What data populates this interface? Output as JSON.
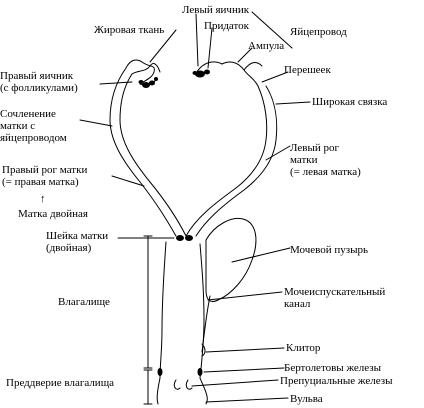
{
  "labels": {
    "left_ovary": "Левый яичник",
    "fat_tissue": "Жировая ткань",
    "appendage": "Придаток",
    "oviduct": "Яйцепровод",
    "ampulla": "Ампула",
    "isthmus": "Перешеек",
    "right_ovary": "Правый яичник\n(с фолликулами)",
    "broad_ligament": "Широкая связка",
    "uterus_oviduct_junction": "Сочленение\nматки с\nяйцепроводом",
    "left_horn": "Левый рог\nматки\n(= левая матка)",
    "right_horn": "Правый рог матки\n(= правая матка)",
    "arrow_up": "↑",
    "double_uterus": "Матка двойная",
    "cervix": "Шейка матки\n(двойная)",
    "bladder": "Мочевой пузырь",
    "vagina": "Влагалище",
    "urethra": "Мочеиспускательный\nканал",
    "clitoris": "Клитор",
    "bartholin": "Бертолетовы железы",
    "preputial": "Препуциальные железы",
    "vestibule": "Преддверие влагалища",
    "vulva": "Вульва"
  },
  "colors": {
    "line": "#000000",
    "background": "#ffffff"
  }
}
